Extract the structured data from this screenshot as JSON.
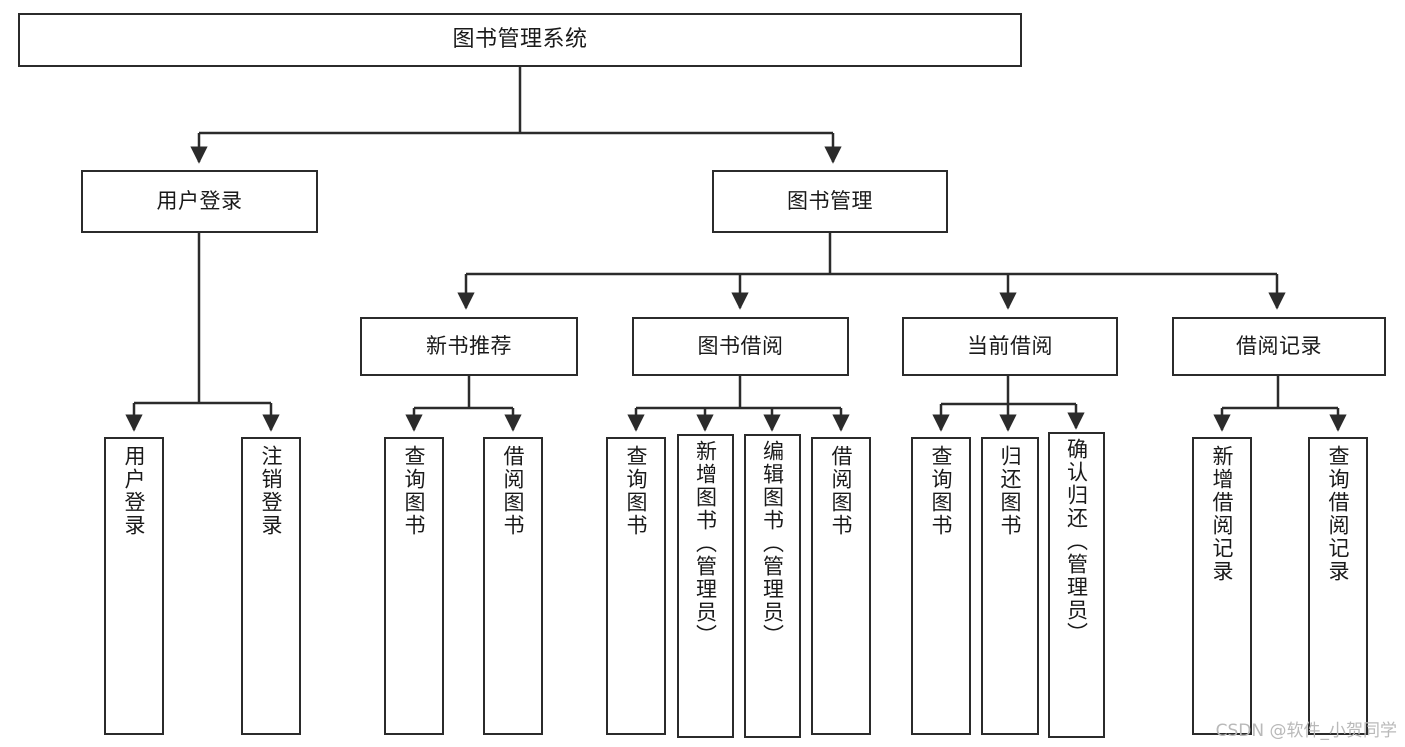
{
  "diagram": {
    "title": "图书管理系统",
    "watermark": "CSDN @软件_小贺同学",
    "line_color": "#2b2b2b",
    "box_fill": "#ffffff",
    "watermark_color": "#b9b9b9",
    "nodes": {
      "root": {
        "label": "图书管理系统"
      },
      "level2": [
        {
          "id": "user-login",
          "label": "用户登录"
        },
        {
          "id": "book-management",
          "label": "图书管理"
        }
      ],
      "level3": [
        {
          "id": "new-book-recommend",
          "label": "新书推荐"
        },
        {
          "id": "book-borrow",
          "label": "图书借阅"
        },
        {
          "id": "current-borrow",
          "label": "当前借阅"
        },
        {
          "id": "borrow-record",
          "label": "借阅记录"
        }
      ],
      "leaves": {
        "user_login": [
          {
            "id": "leaf-user-login",
            "label": "用户登录"
          },
          {
            "id": "leaf-logout-login",
            "label": "注销登录"
          }
        ],
        "new_book_recommend": [
          {
            "id": "leaf-query-book-1",
            "label": "查询图书"
          },
          {
            "id": "leaf-borrow-book-1",
            "label": "借阅图书"
          }
        ],
        "book_borrow": [
          {
            "id": "leaf-query-book-2",
            "label": "查询图书"
          },
          {
            "id": "leaf-add-book",
            "label": "新增图书（管理员）"
          },
          {
            "id": "leaf-edit-book",
            "label": "编辑图书（管理员）"
          },
          {
            "id": "leaf-borrow-book-2",
            "label": "借阅图书"
          }
        ],
        "current_borrow": [
          {
            "id": "leaf-query-book-3",
            "label": "查询图书"
          },
          {
            "id": "leaf-return-book",
            "label": "归还图书"
          },
          {
            "id": "leaf-confirm-return",
            "label": "确认归还（管理员）"
          }
        ],
        "borrow_record": [
          {
            "id": "leaf-add-record",
            "label": "新增借阅记录"
          },
          {
            "id": "leaf-query-record",
            "label": "查询借阅记录"
          }
        ]
      }
    }
  }
}
